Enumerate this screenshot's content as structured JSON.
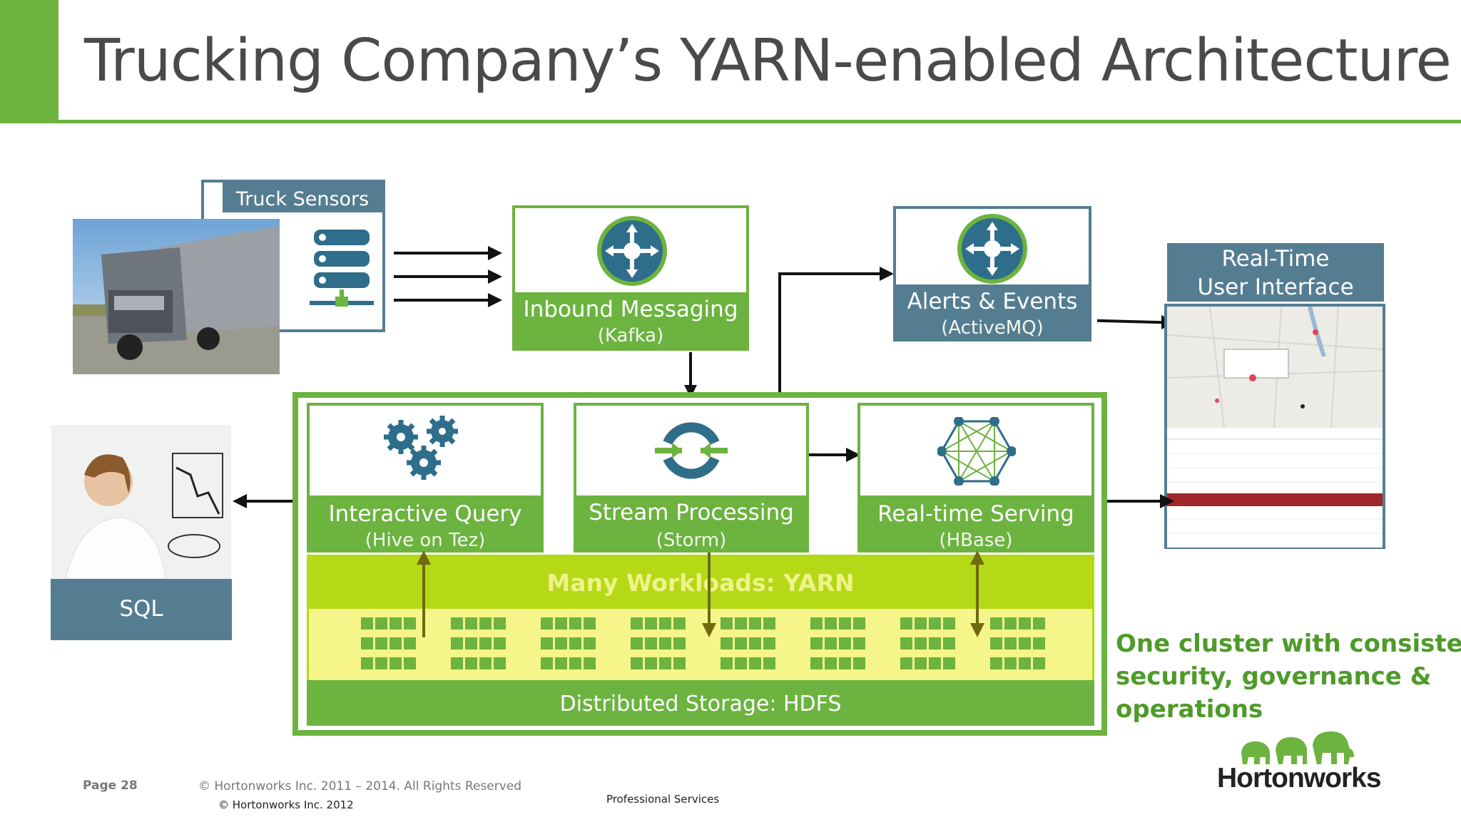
{
  "header": {
    "title": "Trucking Company’s YARN-enabled Architecture"
  },
  "truck_sensors": {
    "label": "Truck Sensors"
  },
  "inbound": {
    "title": "Inbound Messaging",
    "sub": "(Kafka)"
  },
  "alerts": {
    "title": "Alerts & Events",
    "sub": "(ActiveMQ)"
  },
  "realtime_ui": {
    "line1": "Real-Time",
    "line2": "User Interface"
  },
  "sql": {
    "label": "SQL"
  },
  "interactive": {
    "title": "Interactive Query",
    "sub": "(Hive on Tez)"
  },
  "stream": {
    "title": "Stream Processing",
    "sub": "(Storm)"
  },
  "serving": {
    "title": "Real-time Serving",
    "sub": "(HBase)"
  },
  "yarn": {
    "label": "Many Workloads: YARN"
  },
  "hdfs": {
    "label": "Distributed Storage: HDFS"
  },
  "cluster_note": {
    "line1": "One cluster with consistent",
    "line2": "security, governance &",
    "line3": "operations"
  },
  "brand": {
    "name": "Hortonworks"
  },
  "footer": {
    "page": "Page 28",
    "copyright": "© Hortonworks Inc. 2011 – 2014. All Rights Reserved",
    "copyright2": "© Hortonworks Inc. 2012",
    "dept": "Professional Services"
  },
  "colors": {
    "green": "#6cb33f",
    "slate": "#557d92",
    "lime": "#b5d916",
    "yellow": "#f5f58a",
    "note": "#4f9a2a"
  }
}
